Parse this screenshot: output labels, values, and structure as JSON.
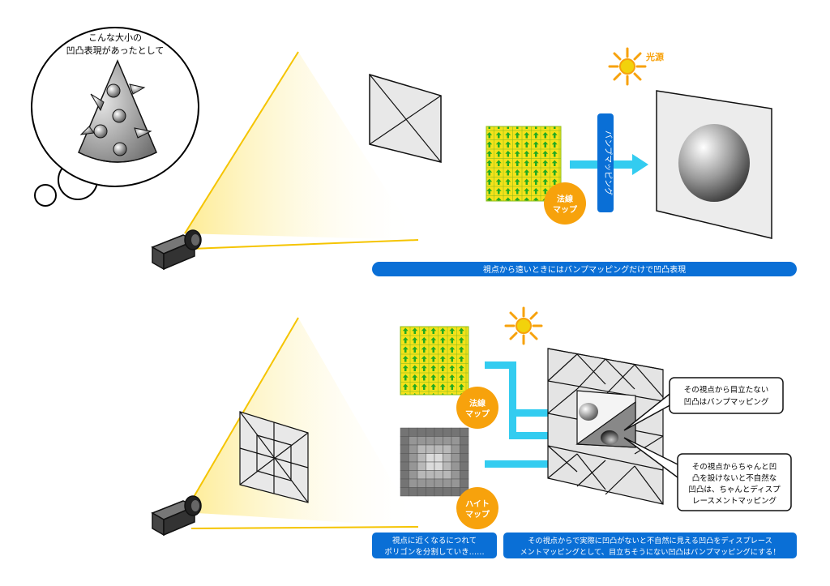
{
  "thought_bubble": {
    "line1": "こんな大小の",
    "line2": "凹凸表現があったとして"
  },
  "top": {
    "light_label": "光源",
    "normal_badge": {
      "line1": "法線",
      "line2": "マップ"
    },
    "process_label": "バンプマッピング",
    "banner": "視点から遠いときにはバンプマッピングだけで凹凸表現"
  },
  "bottom": {
    "normal_badge": {
      "line1": "法線",
      "line2": "マップ"
    },
    "height_badge": {
      "line1": "ハイト",
      "line2": "マップ"
    },
    "callout1": {
      "line1": "その視点から目立たない",
      "line2": "凹凸はバンプマッピング"
    },
    "callout2": {
      "line1": "その視点からちゃんと凹",
      "line2": "凸を設けないと不自然な",
      "line3": "凹凸は、ちゃんとディスプ",
      "line4": "レースメントマッピング"
    },
    "banner_left": {
      "line1": "視点に近くなるにつれて",
      "line2": "ポリゴンを分割していき……"
    },
    "banner_right": {
      "line1": "その視点からで実際に凹凸がないと不自然に見える凹凸をディスプレース",
      "line2": "メントマッピングとして、目立ちそうにない凹凸はバンプマッピングにする！"
    }
  },
  "colors": {
    "blue": "#0a6fd6",
    "cyan": "#33ccf0",
    "orange": "#f7a20c",
    "yellow": "#f2d20c",
    "green": "#22aa22"
  }
}
